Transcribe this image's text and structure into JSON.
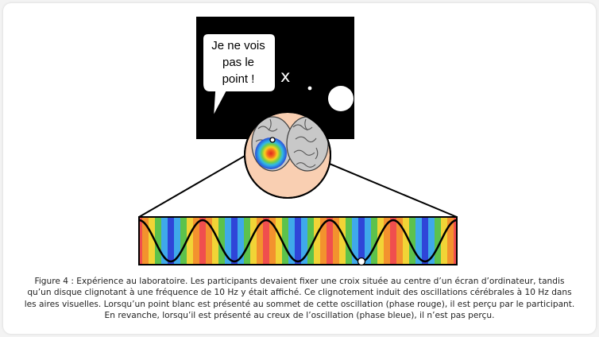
{
  "speech_bubble": {
    "line1": "Je ne vois",
    "line2": "pas le",
    "line3": "point !"
  },
  "screen": {
    "fixation_cross": "x"
  },
  "caption": "Figure 4 : Expérience au laboratoire. Les participants devaient fixer une croix située au centre d’un écran d’ordinateur, tandis qu’un disque clignotant à une fréquence de 10 Hz y était affiché. Ce clignotement induit des oscillations cérébrales à 10 Hz dans les aires visuelles. Lorsqu’un point blanc est présenté au sommet de cette oscillation (phase rouge), il est perçu par le participant. En revanche, lorsqu’il est présenté au creux de l’oscillation (phase bleue), il n’est pas perçu.",
  "colors": {
    "screen": "#000000",
    "head": "#f9cfb2",
    "brain": "#c8c8c8",
    "phase_peak": "#f04e4e",
    "phase_trough": "#2f45d8"
  },
  "oscillation": {
    "cycles": 5,
    "probe_phase": "trough"
  }
}
